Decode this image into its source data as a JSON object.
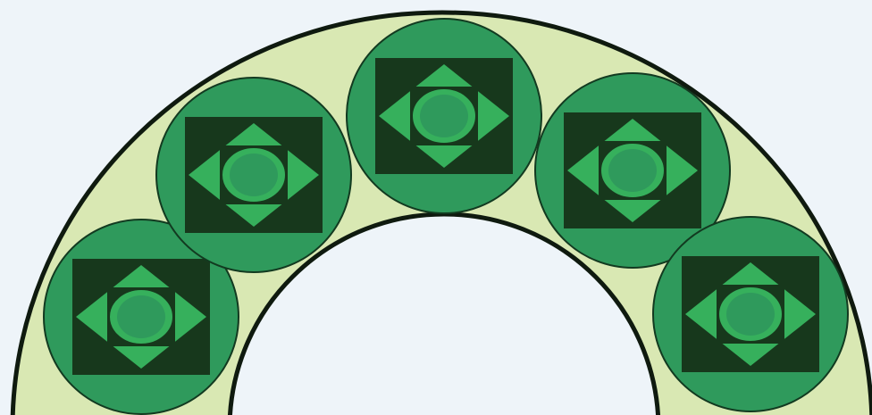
{
  "colors": {
    "background": "#eef4f9",
    "band_fill": "#d9e8b3",
    "band_stroke": "#0f1a0f",
    "circle_fill": "#2f9a5c",
    "circle_stroke": "#123a20",
    "square_fill": "#17381c",
    "diamond_fill": "#36b05c",
    "oval_fill": "#2f9a5c"
  },
  "motif_count": 5,
  "motif_shapes": [
    "circle",
    "square",
    "diamond",
    "oval"
  ]
}
